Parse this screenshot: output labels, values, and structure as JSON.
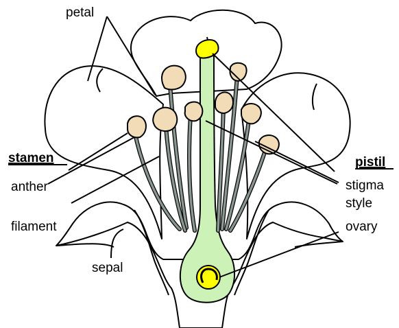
{
  "labels": {
    "petal": "petal",
    "stamen": "stamen",
    "anther": "anther",
    "filament": "filament",
    "sepal": "sepal",
    "pistil": "pistil",
    "stigma": "stigma",
    "style": "style",
    "ovary": "ovary"
  },
  "colors": {
    "pistil_green": "#ccf2b8",
    "stigma_yellow": "#ffff00",
    "anther_tan": "#f2dcb8",
    "filament_grey": "#8a9690",
    "outline": "#000000",
    "background": "#ffffff"
  }
}
